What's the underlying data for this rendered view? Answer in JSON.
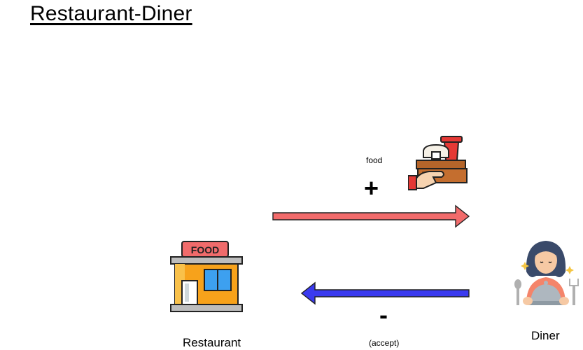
{
  "title": "Restaurant-Diner",
  "nodes": {
    "restaurant": {
      "label": "Restaurant",
      "icon": "restaurant-icon",
      "sign": "FOOD"
    },
    "diner": {
      "label": "Diner",
      "icon": "diner-icon"
    }
  },
  "edges": {
    "food": {
      "label": "food",
      "sign": "+",
      "color": "#f26b6b",
      "icon": "food-delivery-icon"
    },
    "accept": {
      "label": "(accept)",
      "sign": "-",
      "color": "#3a3aef"
    }
  }
}
